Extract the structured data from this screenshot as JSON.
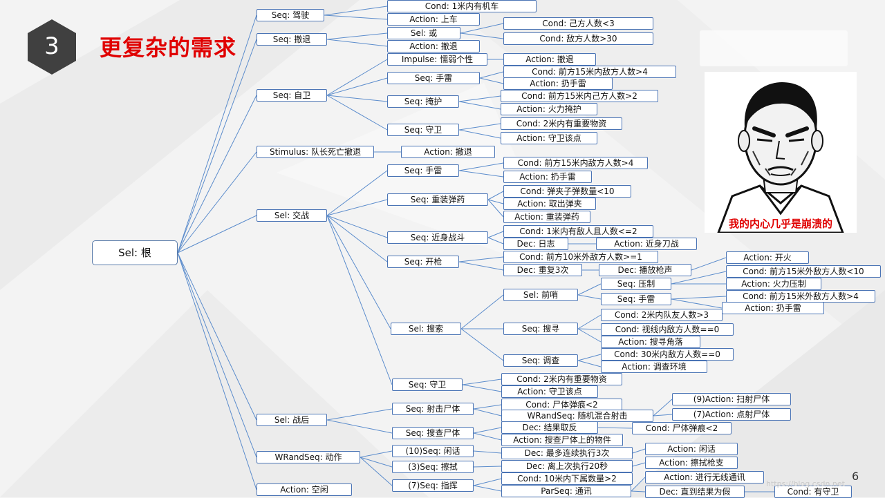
{
  "slide": {
    "number": "3",
    "title": "更复杂的需求",
    "page": "6",
    "watermark": "https://blog.csdn.net",
    "meme_caption": "我的内心几乎是崩溃的"
  },
  "colors": {
    "title": "#e00000",
    "node_border": "#4a74b5",
    "edge": "#5b8ccc",
    "badge": "#404040"
  },
  "nodes": [
    {
      "id": "root",
      "label": "Sel: 根"
    },
    {
      "id": "n1",
      "label": "Seq: 驾驶"
    },
    {
      "id": "n1a",
      "label": "Cond: 1米内有机车"
    },
    {
      "id": "n1b",
      "label": "Action: 上车"
    },
    {
      "id": "n2",
      "label": "Seq: 撤退"
    },
    {
      "id": "n2a",
      "label": "Sel: 或"
    },
    {
      "id": "n2a1",
      "label": "Cond: 己方人数<3"
    },
    {
      "id": "n2a2",
      "label": "Cond: 敌方人数>30"
    },
    {
      "id": "n2b",
      "label": "Action: 撤退"
    },
    {
      "id": "n3",
      "label": "Seq: 自卫"
    },
    {
      "id": "n3a",
      "label": "Impulse: 懦弱个性"
    },
    {
      "id": "n3a1",
      "label": "Action: 撤退"
    },
    {
      "id": "n3b",
      "label": "Seq: 手雷"
    },
    {
      "id": "n3b1",
      "label": "Cond: 前方15米内敌方人数>4"
    },
    {
      "id": "n3b2",
      "label": "Action: 扔手雷"
    },
    {
      "id": "n3c",
      "label": "Seq: 掩护"
    },
    {
      "id": "n3c1",
      "label": "Cond: 前方15米内己方人数>2"
    },
    {
      "id": "n3c2",
      "label": "Action: 火力掩护"
    },
    {
      "id": "n3d",
      "label": "Seq: 守卫"
    },
    {
      "id": "n3d1",
      "label": "Cond: 2米内有重要物资"
    },
    {
      "id": "n3d2",
      "label": "Action: 守卫该点"
    },
    {
      "id": "n4",
      "label": "Stimulus: 队长死亡撤退"
    },
    {
      "id": "n4a",
      "label": "Action: 撤退"
    },
    {
      "id": "n5",
      "label": "Sel: 交战"
    },
    {
      "id": "n5a",
      "label": "Seq: 手雷"
    },
    {
      "id": "n5a1",
      "label": "Cond: 前方15米内敌方人数>4"
    },
    {
      "id": "n5a2",
      "label": "Action: 扔手雷"
    },
    {
      "id": "n5b",
      "label": "Seq: 重装弹药"
    },
    {
      "id": "n5b1",
      "label": "Cond: 弹夹子弹数量<10"
    },
    {
      "id": "n5b2",
      "label": "Action: 取出弹夹"
    },
    {
      "id": "n5b3",
      "label": "Action: 重装弹药"
    },
    {
      "id": "n5c",
      "label": "Seq: 近身战斗"
    },
    {
      "id": "n5c1",
      "label": "Cond: 1米内有敌人且人数<=2"
    },
    {
      "id": "n5c2",
      "label": "Dec: 日志"
    },
    {
      "id": "n5c3",
      "label": "Action: 近身刀战"
    },
    {
      "id": "n5d",
      "label": "Seq: 开枪"
    },
    {
      "id": "n5d1",
      "label": "Cond: 前方10米外敌方人数>=1"
    },
    {
      "id": "n5d2",
      "label": "Dec: 重复3次"
    },
    {
      "id": "n5d3",
      "label": "Dec: 播放枪声"
    },
    {
      "id": "n5d4",
      "label": "Action: 开火"
    },
    {
      "id": "n5e",
      "label": "Sel: 搜索"
    },
    {
      "id": "n5e1",
      "label": "Sel: 前哨"
    },
    {
      "id": "n5e1a",
      "label": "Seq: 压制"
    },
    {
      "id": "n5e1a1",
      "label": "Cond: 前方15米外敌方人数<10"
    },
    {
      "id": "n5e1a2",
      "label": "Action: 火力压制"
    },
    {
      "id": "n5e1b",
      "label": "Seq: 手雷"
    },
    {
      "id": "n5e1b1",
      "label": "Cond: 前方15米外敌方人数>4"
    },
    {
      "id": "n5e1b2",
      "label": "Action: 扔手雷"
    },
    {
      "id": "n5e2",
      "label": "Seq: 搜寻"
    },
    {
      "id": "n5e2a",
      "label": "Cond: 2米内队友人数>3"
    },
    {
      "id": "n5e2b",
      "label": "Cond: 视线内敌方人数==0"
    },
    {
      "id": "n5e2c",
      "label": "Action: 搜寻角落"
    },
    {
      "id": "n5e3",
      "label": "Seq: 调查"
    },
    {
      "id": "n5e3a",
      "label": "Cond: 30米内敌方人数==0"
    },
    {
      "id": "n5e3b",
      "label": "Action: 调查环境"
    },
    {
      "id": "n5f",
      "label": "Seq: 守卫"
    },
    {
      "id": "n5f1",
      "label": "Cond: 2米内有重要物资"
    },
    {
      "id": "n5f2",
      "label": "Action: 守卫该点"
    },
    {
      "id": "n6",
      "label": "Sel: 战后"
    },
    {
      "id": "n6a",
      "label": "Seq: 射击尸体"
    },
    {
      "id": "n6a1",
      "label": "Cond: 尸体弹痕<2"
    },
    {
      "id": "n6a2",
      "label": "WRandSeq: 随机混合射击"
    },
    {
      "id": "n6a2a",
      "label": "(9)Action: 扫射尸体"
    },
    {
      "id": "n6a2b",
      "label": "(7)Action: 点射尸体"
    },
    {
      "id": "n6b",
      "label": "Seq: 搜查尸体"
    },
    {
      "id": "n6b1",
      "label": "Dec: 结果取反"
    },
    {
      "id": "n6b1a",
      "label": "Cond: 尸体弹痕<2"
    },
    {
      "id": "n6b2",
      "label": "Action: 搜查尸体上的物件"
    },
    {
      "id": "n7",
      "label": "WRandSeq: 动作"
    },
    {
      "id": "n7a",
      "label": "(10)Seq: 闲话"
    },
    {
      "id": "n7a1",
      "label": "Dec: 最多连续执行3次"
    },
    {
      "id": "n7a2",
      "label": "Action: 闲话"
    },
    {
      "id": "n7b",
      "label": "(3)Seq: 擦拭"
    },
    {
      "id": "n7b1",
      "label": "Dec: 离上次执行20秒"
    },
    {
      "id": "n7b2",
      "label": "Action: 擦拭枪支"
    },
    {
      "id": "n7c",
      "label": "(7)Seq: 指挥"
    },
    {
      "id": "n7c1",
      "label": "Cond: 10米内下属数量>2"
    },
    {
      "id": "n7c2",
      "label": "ParSeq: 通讯"
    },
    {
      "id": "n7c2a",
      "label": "Action: 进行无线通讯"
    },
    {
      "id": "n7c2b",
      "label": "Dec: 直到结果为假"
    },
    {
      "id": "n7c2b1",
      "label": "Cond: 有守卫"
    },
    {
      "id": "n8",
      "label": "Action: 空闲"
    }
  ],
  "edges": [
    [
      "root",
      "n1"
    ],
    [
      "root",
      "n2"
    ],
    [
      "root",
      "n3"
    ],
    [
      "root",
      "n4"
    ],
    [
      "root",
      "n5"
    ],
    [
      "root",
      "n6"
    ],
    [
      "root",
      "n7"
    ],
    [
      "root",
      "n8"
    ],
    [
      "n1",
      "n1a"
    ],
    [
      "n1",
      "n1b"
    ],
    [
      "n2",
      "n2a"
    ],
    [
      "n2",
      "n2b"
    ],
    [
      "n2a",
      "n2a1"
    ],
    [
      "n2a",
      "n2a2"
    ],
    [
      "n3",
      "n3a"
    ],
    [
      "n3",
      "n3b"
    ],
    [
      "n3",
      "n3c"
    ],
    [
      "n3",
      "n3d"
    ],
    [
      "n3a",
      "n3a1"
    ],
    [
      "n3b",
      "n3b1"
    ],
    [
      "n3b",
      "n3b2"
    ],
    [
      "n3c",
      "n3c1"
    ],
    [
      "n3c",
      "n3c2"
    ],
    [
      "n3d",
      "n3d1"
    ],
    [
      "n3d",
      "n3d2"
    ],
    [
      "n4",
      "n4a"
    ],
    [
      "n5",
      "n5a"
    ],
    [
      "n5",
      "n5b"
    ],
    [
      "n5",
      "n5c"
    ],
    [
      "n5",
      "n5d"
    ],
    [
      "n5",
      "n5e"
    ],
    [
      "n5",
      "n5f"
    ],
    [
      "n5a",
      "n5a1"
    ],
    [
      "n5a",
      "n5a2"
    ],
    [
      "n5b",
      "n5b1"
    ],
    [
      "n5b",
      "n5b2"
    ],
    [
      "n5b",
      "n5b3"
    ],
    [
      "n5c",
      "n5c1"
    ],
    [
      "n5c",
      "n5c2"
    ],
    [
      "n5c2",
      "n5c3"
    ],
    [
      "n5d",
      "n5d1"
    ],
    [
      "n5d",
      "n5d2"
    ],
    [
      "n5d2",
      "n5d3"
    ],
    [
      "n5d3",
      "n5d4"
    ],
    [
      "n5e",
      "n5e1"
    ],
    [
      "n5e",
      "n5e2"
    ],
    [
      "n5e",
      "n5e3"
    ],
    [
      "n5e1",
      "n5e1a"
    ],
    [
      "n5e1",
      "n5e1b"
    ],
    [
      "n5e1a",
      "n5e1a1"
    ],
    [
      "n5e1a",
      "n5e1a2"
    ],
    [
      "n5e1b",
      "n5e1b1"
    ],
    [
      "n5e1b",
      "n5e1b2"
    ],
    [
      "n5e2",
      "n5e2a"
    ],
    [
      "n5e2",
      "n5e2b"
    ],
    [
      "n5e2",
      "n5e2c"
    ],
    [
      "n5e3",
      "n5e3a"
    ],
    [
      "n5e3",
      "n5e3b"
    ],
    [
      "n5f",
      "n5f1"
    ],
    [
      "n5f",
      "n5f2"
    ],
    [
      "n6",
      "n6a"
    ],
    [
      "n6",
      "n6b"
    ],
    [
      "n6a",
      "n6a1"
    ],
    [
      "n6a",
      "n6a2"
    ],
    [
      "n6a2",
      "n6a2a"
    ],
    [
      "n6a2",
      "n6a2b"
    ],
    [
      "n6b",
      "n6b1"
    ],
    [
      "n6b",
      "n6b2"
    ],
    [
      "n6b1",
      "n6b1a"
    ],
    [
      "n7",
      "n7a"
    ],
    [
      "n7",
      "n7b"
    ],
    [
      "n7",
      "n7c"
    ],
    [
      "n7a",
      "n7a1"
    ],
    [
      "n7a1",
      "n7a2"
    ],
    [
      "n7b",
      "n7b1"
    ],
    [
      "n7b1",
      "n7b2"
    ],
    [
      "n7c",
      "n7c1"
    ],
    [
      "n7c",
      "n7c2"
    ],
    [
      "n7c2",
      "n7c2a"
    ],
    [
      "n7c2",
      "n7c2b"
    ],
    [
      "n7c2b",
      "n7c2b1"
    ]
  ]
}
